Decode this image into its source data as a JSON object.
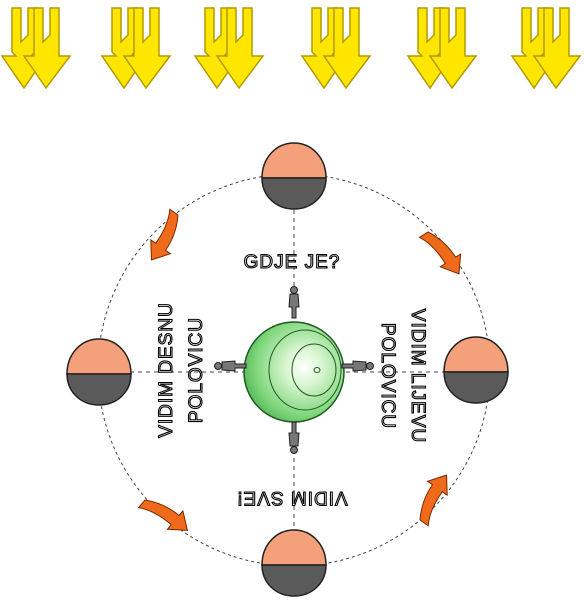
{
  "labels": {
    "top_question": "GDJE JE?",
    "left_phase_line1": "VIDIM DESNU",
    "left_phase_line2": "POLOVICU",
    "right_phase_line1": "VIDIM LIJEVU",
    "right_phase_line2": "POLOVICU",
    "bottom_phase": "VIDIM SVE!"
  },
  "colors": {
    "sun_arrow_fill": "#ffe600",
    "sun_arrow_stroke": "#b39a00",
    "moon_lit": "#f4a07a",
    "moon_dark": "#5a5a5a",
    "earth_green": "#5cc45c",
    "earth_light": "#d8f5d0",
    "orbit_arrow": "#f06a1c"
  },
  "icons": {
    "sun_arrows": "double-down-arrow-icon",
    "moon": "moon-phase-icon",
    "earth": "earth-globe-icon",
    "observer": "person-figure-icon",
    "orbit_direction": "curved-arrow-icon"
  }
}
